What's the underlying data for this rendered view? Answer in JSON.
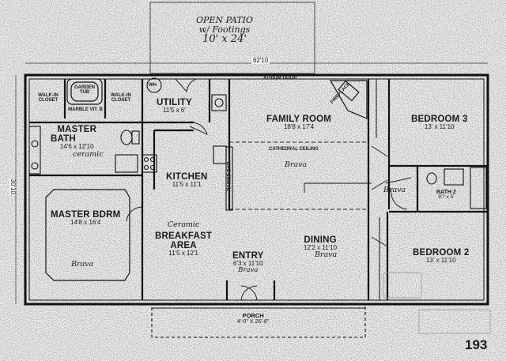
{
  "patio_note": {
    "line1": "OPEN PATIO",
    "line2": "w/ Footings",
    "line3": "10' x 24'"
  },
  "overall_width": "62'10",
  "overall_depth": "30'10",
  "rooms": {
    "walk_in_closet_left": "WALK-IN CLOSET",
    "garden_tub": "GARDEN TUB",
    "marble_vit": "MARBLE VIT. B",
    "walk_in_closet_right": "WALK-IN CLOSET",
    "wh": "WH",
    "utility": {
      "name": "UTILITY",
      "dim": "11'5 x 6'"
    },
    "atrium_door": "ATRIUM DOOR",
    "fireplace": "FIREPLACE",
    "family_room": {
      "name": "FAMILY ROOM",
      "dim": "18'8 x 17'4"
    },
    "bedroom3": {
      "name": "BEDROOM 3",
      "dim": "13' x 11'10"
    },
    "master_bath": {
      "name1": "MASTER",
      "name2": "BATH",
      "dim": "14'6 x 12'10",
      "note": "ceramic"
    },
    "kitchen": {
      "name": "KITCHEN",
      "dim": "11'5 x 11'1"
    },
    "raised_bar": "RAISED BAR",
    "cathedral_ceiling": "CATHEDRAL CEILING",
    "family_note": "Brava",
    "bath2": {
      "name": "BATH 2",
      "dim": "9'7 x 5'"
    },
    "hall_note": "Brava",
    "master_bdrm": {
      "name": "MASTER BDRM",
      "dim": "14'8 x 16'4",
      "note": "Brava"
    },
    "breakfast": {
      "note": "Ceramic",
      "name1": "BREAKFAST",
      "name2": "AREA",
      "dim": "11'5 x 12'1"
    },
    "dining": {
      "name": "DINING",
      "dim": "12'2 x 11'10",
      "note": "Brava"
    },
    "entry": {
      "name": "ENTRY",
      "dim": "6'3 x 11'10",
      "note": "Brava"
    },
    "bedroom2": {
      "name": "BEDROOM 2",
      "dim": "13' x 11'10"
    },
    "porch": {
      "name": "PORCH",
      "dim": "4'-0\" X 26'-6\""
    }
  },
  "page_number": "193"
}
